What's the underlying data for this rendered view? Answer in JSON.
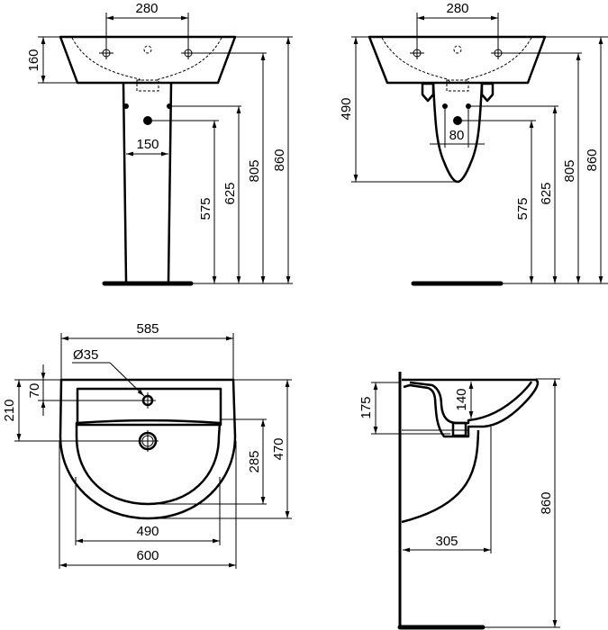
{
  "drawing": {
    "type": "technical dimension drawing",
    "subject": "washbasin with pedestal / semi-pedestal",
    "units": "mm"
  },
  "views": {
    "front_pedestal": {
      "tap_hole_spacing": "280",
      "basin_height": "160",
      "pedestal_hole_spacing": "150",
      "waste_height": "575",
      "fixing_height": "625",
      "tap_height": "805",
      "total_height": "860"
    },
    "front_semi_pedestal": {
      "tap_hole_spacing": "280",
      "semi_pedestal_height": "490",
      "hole_spacing": "80",
      "waste_height": "575",
      "fixing_height": "625",
      "tap_height": "805",
      "total_height": "860"
    },
    "top": {
      "overall_width_upper": "585",
      "tap_hole_diameter": "Ø35",
      "tap_hole_offset": "70",
      "waste_offset": "210",
      "bowl_depth": "285",
      "overall_depth": "470",
      "bowl_width": "490",
      "overall_width": "600"
    },
    "side": {
      "rim_height": "175",
      "bowl_depth": "140",
      "total_height": "860",
      "wall_projection": "305"
    }
  },
  "colors": {
    "line": "#000000",
    "background": "#ffffff"
  }
}
